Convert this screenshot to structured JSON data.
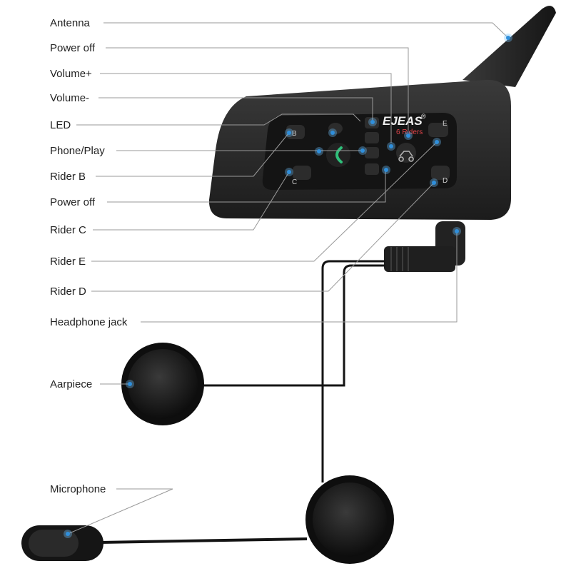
{
  "labels": [
    {
      "key": "antenna",
      "text": "Antenna"
    },
    {
      "key": "power_off_1",
      "text": "Power off"
    },
    {
      "key": "volume_up",
      "text": "Volume+"
    },
    {
      "key": "volume_down",
      "text": "Volume-"
    },
    {
      "key": "led",
      "text": "LED"
    },
    {
      "key": "phone_play",
      "text": "Phone/Play"
    },
    {
      "key": "rider_b",
      "text": "Rider B"
    },
    {
      "key": "power_off_2",
      "text": "Power off"
    },
    {
      "key": "rider_c",
      "text": "Rider C"
    },
    {
      "key": "rider_e",
      "text": "Rider E"
    },
    {
      "key": "rider_d",
      "text": "Rider D"
    },
    {
      "key": "headphone_jack",
      "text": "Headphone jack"
    },
    {
      "key": "earpiece",
      "text": "Aarpiece"
    },
    {
      "key": "microphone",
      "text": "Microphone"
    }
  ],
  "device": {
    "brand": "EJEAS",
    "registered_mark": "®",
    "subtitle": "6 Riders",
    "key_b": "B",
    "key_c": "C",
    "key_d": "D",
    "key_e": "E"
  },
  "colors": {
    "device_body": "#262626",
    "panel": "#141414",
    "accent_dot": "#2f8fdc",
    "phone_button": "#2fbf7a",
    "subtitle_red": "#e0444a"
  }
}
